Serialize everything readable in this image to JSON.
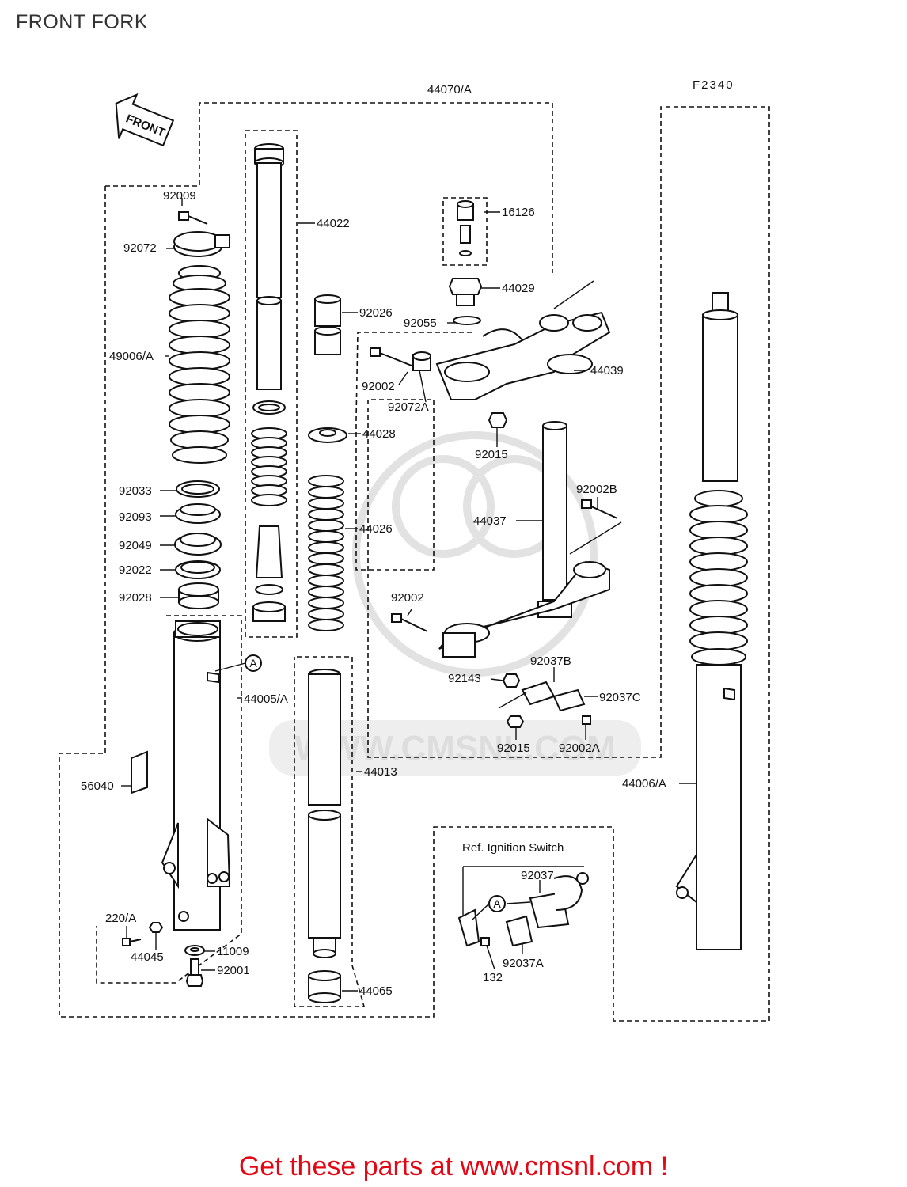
{
  "title": "FRONT FORK",
  "diagram_code": "F2340",
  "front_arrow": "FRONT",
  "watermark": "WWW.CMSNL.COM",
  "ignition_ref": "Ref. Ignition Switch",
  "footer": "Get these parts at www.cmsnl.com !",
  "part_numbers": {
    "p44070A": "44070/A",
    "p92009": "92009",
    "p92072": "92072",
    "p44022": "44022",
    "p16126": "16126",
    "p44029": "44029",
    "p92026": "92026",
    "p92055": "92055",
    "p49006A": "49006/A",
    "p44039": "44039",
    "p92002a": "92002",
    "p92072A": "92072A",
    "p44028": "44028",
    "p92015a": "92015",
    "p92033": "92033",
    "p92002B": "92002B",
    "p92093": "92093",
    "p44037": "44037",
    "p44026": "44026",
    "p92049": "92049",
    "p92022": "92022",
    "p92028": "92028",
    "p92002b": "92002",
    "p92037B": "92037B",
    "p92143": "92143",
    "p44005A": "44005/A",
    "p92037C": "92037C",
    "p92015b": "92015",
    "p92002A": "92002A",
    "p44013": "44013",
    "p56040": "56040",
    "p44006A": "44006/A",
    "p92037": "92037",
    "p220A": "220/A",
    "p44045": "44045",
    "p11009": "11009",
    "p92001": "92001",
    "p92037A": "92037A",
    "p132": "132",
    "p44065": "44065",
    "markerA": "A"
  }
}
